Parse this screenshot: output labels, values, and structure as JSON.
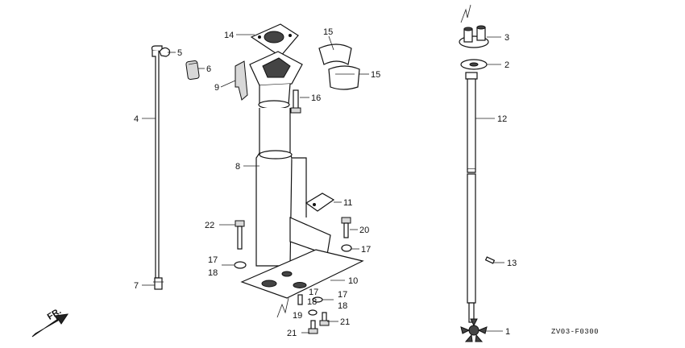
{
  "diagram": {
    "code": "ZV03-F0300",
    "front_label": "FR.",
    "callouts": {
      "c1": "1",
      "c2": "2",
      "c3": "3",
      "c4": "4",
      "c5": "5",
      "c6": "6",
      "c7": "7",
      "c8": "8",
      "c9": "9",
      "c10": "10",
      "c11": "11",
      "c12": "12",
      "c13": "13",
      "c14": "14",
      "c15a": "15",
      "c15b": "15",
      "c16": "16",
      "c17a": "17",
      "c17b": "17",
      "c17c": "17",
      "c17d": "17",
      "c18a": "18",
      "c18b": "18",
      "c18c": "18",
      "c19": "19",
      "c20": "20",
      "c21a": "21",
      "c21b": "21",
      "c22": "22"
    }
  }
}
